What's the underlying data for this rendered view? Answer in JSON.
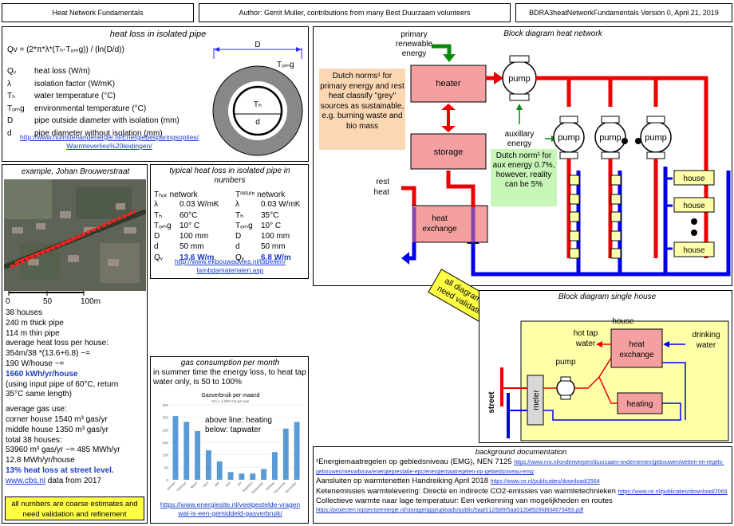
{
  "header": {
    "title": "Heat Network Fundamentals",
    "author": "Author: Gerrit Muller, contributions from many Best Duurzaam volunteers",
    "version": "BDRA3heatNetworkFundamentals Version 0, April 21, 2019"
  },
  "heatloss": {
    "title": "heat loss in isolated pipe",
    "formula": "Qv = (2*π*λ*(Tₕ-Tₒₘg)) / (ln(D/d))",
    "vars": [
      [
        "Qᵥ",
        "heat loss (W/m)"
      ],
      [
        "λ",
        "isolation factor (W/mK)"
      ],
      [
        "Tₕ",
        "water temperature (°C)"
      ],
      [
        "Tₒₘg",
        "environmental temperature (°C)"
      ],
      [
        "D",
        "pipe outside diameter with isolation (mm)"
      ],
      [
        "d",
        "pipe diameter without isolation (mm)"
      ]
    ],
    "link1": "http://www.humsterlandenergie.nl/Energiebesparingsopties/",
    "link2": "Warmteverlies%20leidingen/",
    "pipe": {
      "D": "D",
      "tomg": "Tₒₘg",
      "th": "Tₕ",
      "d": "d"
    }
  },
  "example": {
    "title": "example, Johan Brouwerstraat",
    "scale": [
      "0",
      "50",
      "100m"
    ],
    "lines": [
      "38 houses",
      "240 m thick pipe",
      "114 m thin pipe",
      "average heat loss per house:",
      "354m/38 *(13.6+6.8) ~=",
      "190 W/house ~="
    ],
    "result": "1660 kWh/yr/house",
    "lines2": [
      "(using input pipe of 60°C, return",
      "35°C same length)"
    ],
    "gas": [
      "average gas use:",
      "corner house 1540 m³ gas/yr",
      "middle house 1350 m³ gas/yr",
      "total 38 houses:",
      "53960 m³ gas/yr ~= 485 MWh/yr",
      "12.8 MWh/yr/house"
    ],
    "gasresult": "13% heat loss at street level.",
    "cbs": "www.cbs.nl",
    "cbsnote": " data from 2017",
    "note": "all numbers are coarse estimates and need validation and refinement"
  },
  "typical": {
    "title": "typical heat loss in isolated pipe in numbers",
    "hot": {
      "head": "Tₕₒₜ network",
      "rows": [
        [
          "λ",
          "0.03 W/mK"
        ],
        [
          "Tₕ",
          "60°C"
        ],
        [
          "Tₒₘg",
          "10° C"
        ],
        [
          "D",
          "100 mm"
        ],
        [
          "d",
          "50 mm"
        ],
        [
          "Qᵥ",
          "13.6 W/m"
        ]
      ]
    },
    "ret": {
      "head": "Tʳᵉᵗᵘʳⁿ network",
      "rows": [
        [
          "λ",
          "0.03 W/mK"
        ],
        [
          "Tₕ",
          "35°C"
        ],
        [
          "Tₒₘg",
          "10° C"
        ],
        [
          "D",
          "100 mm"
        ],
        [
          "d",
          "50 mm"
        ],
        [
          "Qᵥ",
          "6.8 W/m"
        ]
      ]
    },
    "link1": "http://www.ekbouwadvies.nl/tabellen/",
    "link2": "lambdamaterialen.asp"
  },
  "gasmonth": {
    "title": "gas consumption per month",
    "text": "in summer time the energy loss, to heat tap water only, is 50 to 100%",
    "chart_title": "Gasverbruik per maand",
    "chart_sub": "0.b.v. 1.500 m3 per jaar",
    "legend1": "above line: heating",
    "legend2": "below: tapwater",
    "link1": "https://www.energiesite.nl/veelgestelde-vragen",
    "link2": "wat-is-een-gemiddeld-gasverbruik/"
  },
  "chart_data": {
    "type": "bar",
    "title": "Gasverbruik per maand",
    "subtitle": "0.b.v. 1.500 m3 per jaar",
    "categories": [
      "Januari",
      "Februari",
      "Maart",
      "April",
      "Mei",
      "Juni",
      "Juli",
      "Augustus",
      "September",
      "Oktober",
      "November",
      "December"
    ],
    "values": [
      255,
      232,
      195,
      118,
      74,
      31,
      25,
      25,
      43,
      111,
      205,
      232
    ],
    "ylim": [
      0,
      300
    ]
  },
  "network": {
    "title": "Block diagram heat network",
    "primary": "primary renewable energy",
    "heater": "heater",
    "storage": "storage",
    "exchange": "heat exchange",
    "pump": "pump",
    "aux": "auxillary energy",
    "rest": "rest heat",
    "house": "house",
    "norm1": "Dutch norms¹ for primary energy and rest heat classify \"grey\" sources as sustainable, e.g. burning waste and bio mass",
    "norm2": "Dutch norm¹ for aux energy 0.7%, however, reality can be 5%"
  },
  "warning": "all diagrams are guesses and need validation and refinement",
  "single": {
    "title": "Block diagram single house",
    "house": "house",
    "hottap": "hot tap water",
    "exchange": "heat exchange",
    "drinking": "drinking water",
    "pump": "pump",
    "meter": "meter",
    "heating": "heating",
    "street": "street"
  },
  "background": {
    "title": "background documentation",
    "refs": [
      [
        "¹Energiemaatregelen op gebiedsniveau (EMG), NEN 7125 ",
        "https://www.rvo.nl/onderwerpen/duurzaam-ondernemen/gebouwen/wetten-en-regels-gebouwen/nieuwbouw/energieprestatie-epc/energiemaatregelen-op-gebiedsniveau-emg"
      ],
      [
        "Aansluiten op warmtenetten Handreiking April 2018 ",
        "https://www.ce.nl/publicaties/download/2564"
      ],
      [
        "Ketenemissies warmtelevering: Directe en indirecte CO2-emissies van warmtetechnieken ",
        "https://www.ce.nl/publicaties/download/2069"
      ],
      [
        "Collectieve warmte naar lage temperatuur: Een verkenning van mogelijkheden en routes ",
        "https://projecten.topsectorenergie.nl/storage/app/uploads/public/5aa/012/b89/5aa012b8926fd834673493.pdf"
      ]
    ]
  }
}
